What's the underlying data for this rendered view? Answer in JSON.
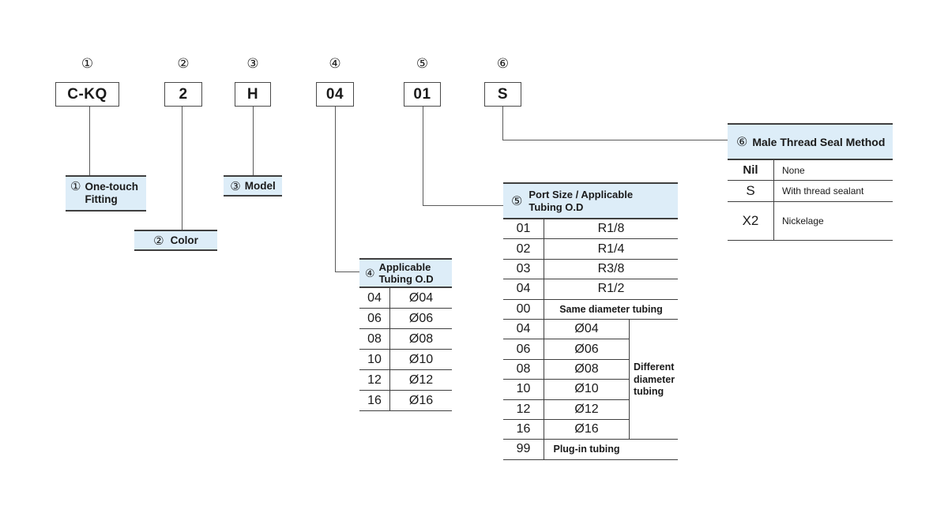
{
  "colors": {
    "panel_fill": "#ddedf8",
    "table_line": "#3f3f3f",
    "connector_line": "#5a5a5a",
    "background": "#ffffff"
  },
  "code_row": [
    {
      "num": "①",
      "code": "C-KQ"
    },
    {
      "num": "②",
      "code": "2"
    },
    {
      "num": "③",
      "code": "H"
    },
    {
      "num": "④",
      "code": "04"
    },
    {
      "num": "⑤",
      "code": "01"
    },
    {
      "num": "⑥",
      "code": "S"
    }
  ],
  "labels": [
    {
      "num": "①",
      "text": "One-touch Fitting"
    },
    {
      "num": "②",
      "text": "Color"
    },
    {
      "num": "③",
      "text": "Model"
    }
  ],
  "tubing_table": {
    "num": "④",
    "title": "Applicable Tubing O.D",
    "rows": [
      {
        "code": "04",
        "value": "Ø04"
      },
      {
        "code": "06",
        "value": "Ø06"
      },
      {
        "code": "08",
        "value": "Ø08"
      },
      {
        "code": "10",
        "value": "Ø10"
      },
      {
        "code": "12",
        "value": "Ø12"
      },
      {
        "code": "16",
        "value": "Ø16"
      }
    ]
  },
  "port_table": {
    "num": "⑤",
    "title": "Port Size / Applicable Tubing O.D",
    "thread_rows": [
      {
        "code": "01",
        "value": "R1/8"
      },
      {
        "code": "02",
        "value": "R1/4"
      },
      {
        "code": "03",
        "value": "R3/8"
      },
      {
        "code": "04",
        "value": "R1/2"
      }
    ],
    "same_row": {
      "code": "00",
      "value": "Same diameter tubing"
    },
    "diameter_rows": [
      {
        "code": "04",
        "value": "Ø04"
      },
      {
        "code": "06",
        "value": "Ø06"
      },
      {
        "code": "08",
        "value": "Ø08"
      },
      {
        "code": "10",
        "value": "Ø10"
      },
      {
        "code": "12",
        "value": "Ø12"
      },
      {
        "code": "16",
        "value": "Ø16"
      }
    ],
    "diameter_note": "Different diameter tubing",
    "plug_row": {
      "code": "99",
      "value": "Plug-in tubing"
    }
  },
  "seal_table": {
    "num": "⑥",
    "title": "Male Thread Seal Method",
    "rows": [
      {
        "code": "Nil",
        "value": "None"
      },
      {
        "code": "S",
        "value": "With thread sealant"
      },
      {
        "code": "X2",
        "value": "Nickelage"
      }
    ]
  }
}
